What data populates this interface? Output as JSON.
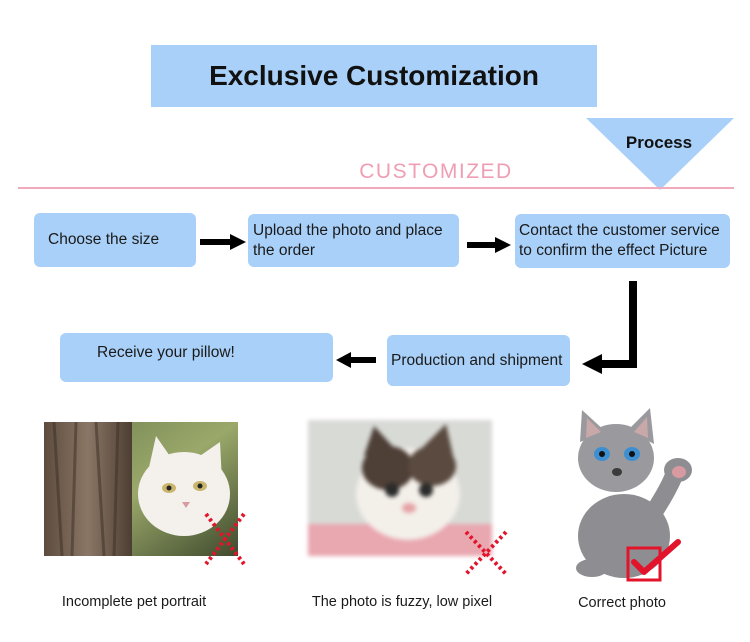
{
  "header": {
    "title": "Exclusive Customization",
    "process_label": "Process",
    "subtitle": "CUSTOMIZED"
  },
  "steps": [
    {
      "label": "Choose the size"
    },
    {
      "label": "Upload the photo and place the order"
    },
    {
      "label": "Contact the customer service to confirm the effect Picture"
    },
    {
      "label": "Production and shipment"
    },
    {
      "label": "Receive your pillow!"
    }
  ],
  "examples": [
    {
      "caption": "Incomplete pet portrait",
      "mark": "red-x"
    },
    {
      "caption": "The photo is fuzzy, low pixel",
      "mark": "red-x"
    },
    {
      "caption": "Correct photo",
      "mark": "red-check"
    }
  ],
  "colors": {
    "banner": "#a9d0f8",
    "accent_pink": "#ef9eb3",
    "arrow": "#000000",
    "mark_red": "#e3132b"
  }
}
